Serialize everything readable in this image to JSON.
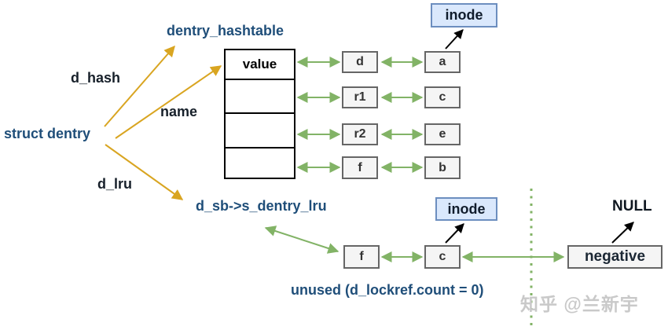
{
  "pointers": {
    "source_label": "struct dentry",
    "d_hash_label": "d_hash",
    "name_label": "name",
    "d_lru_label": "d_lru"
  },
  "hashtable": {
    "title": "dentry_hashtable",
    "rows": [
      "value",
      "",
      "",
      ""
    ]
  },
  "hash_chains": [
    {
      "dentry": "d",
      "alias": "a"
    },
    {
      "dentry": "r1",
      "alias": "c"
    },
    {
      "dentry": "r2",
      "alias": "e"
    },
    {
      "dentry": "f",
      "alias": "b"
    }
  ],
  "inode_top": {
    "label": "inode"
  },
  "lru": {
    "list_label": "d_sb->s_dentry_lru",
    "inode_label": "inode",
    "null_label": "NULL",
    "nodes": [
      {
        "label": "f"
      },
      {
        "label": "c"
      },
      {
        "label": "negative"
      }
    ],
    "caption": "unused (d_lockref.count = 0)"
  },
  "watermark": {
    "text": "知乎 @兰新宇"
  },
  "colors": {
    "navy_text": "#1f4e79",
    "dark_text": "#17202a",
    "orange_arrow": "#d9a521",
    "green_arrow": "#82b366",
    "black_arrow": "#000000",
    "inode_fill": "#dae8fc",
    "inode_border": "#6c8ebf",
    "node_fill": "#f5f5f5",
    "node_border": "#666666",
    "watermark_gray": "#c9c9c9"
  }
}
